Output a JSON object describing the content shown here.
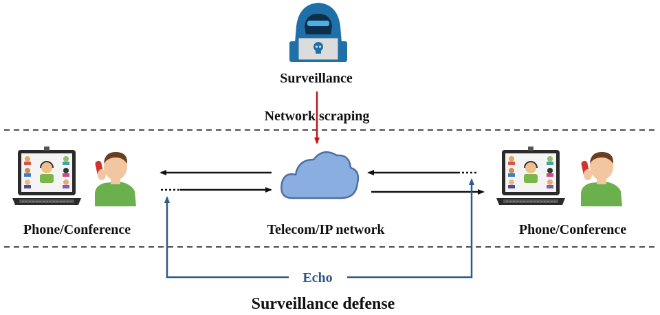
{
  "labels": {
    "surveillance": "Surveillance",
    "network_scraping": "Network scraping",
    "left_endpoint": "Phone/Conference",
    "network": "Telecom/IP network",
    "right_endpoint": "Phone/Conference",
    "echo": "Echo",
    "defense": "Surveillance defense"
  },
  "icons": {
    "hacker": "hacker-laptop-icon",
    "cloud": "cloud-icon",
    "laptop": "video-conference-laptop-icon",
    "person": "person-phone-icon"
  },
  "colors": {
    "hacker": "#1f6fa8",
    "scrape_arrow": "#c0141b",
    "echo_line": "#2f5a86",
    "cloud_fill": "#8aaee0",
    "cloud_stroke": "#4d6fa8",
    "person_shirt": "#6ab04c"
  }
}
